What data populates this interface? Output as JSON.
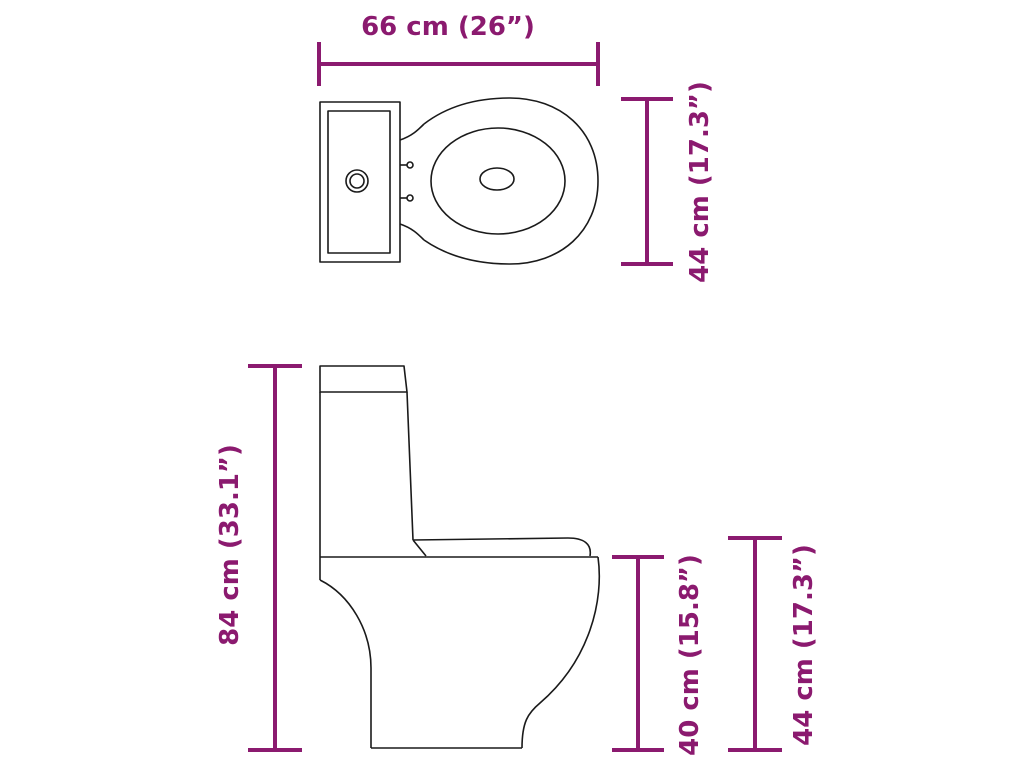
{
  "dimensions": {
    "top_width": "66 cm (26”)",
    "top_depth": "44 cm (17.3”)",
    "total_height": "84 cm (33.1”)",
    "seat_height": "40 cm (15.8”)",
    "bowl_height": "44 cm (17.3”)"
  },
  "colors": {
    "dimension": "#8b1a6f",
    "outline": "#1a1a1a",
    "background": "#ffffff"
  }
}
